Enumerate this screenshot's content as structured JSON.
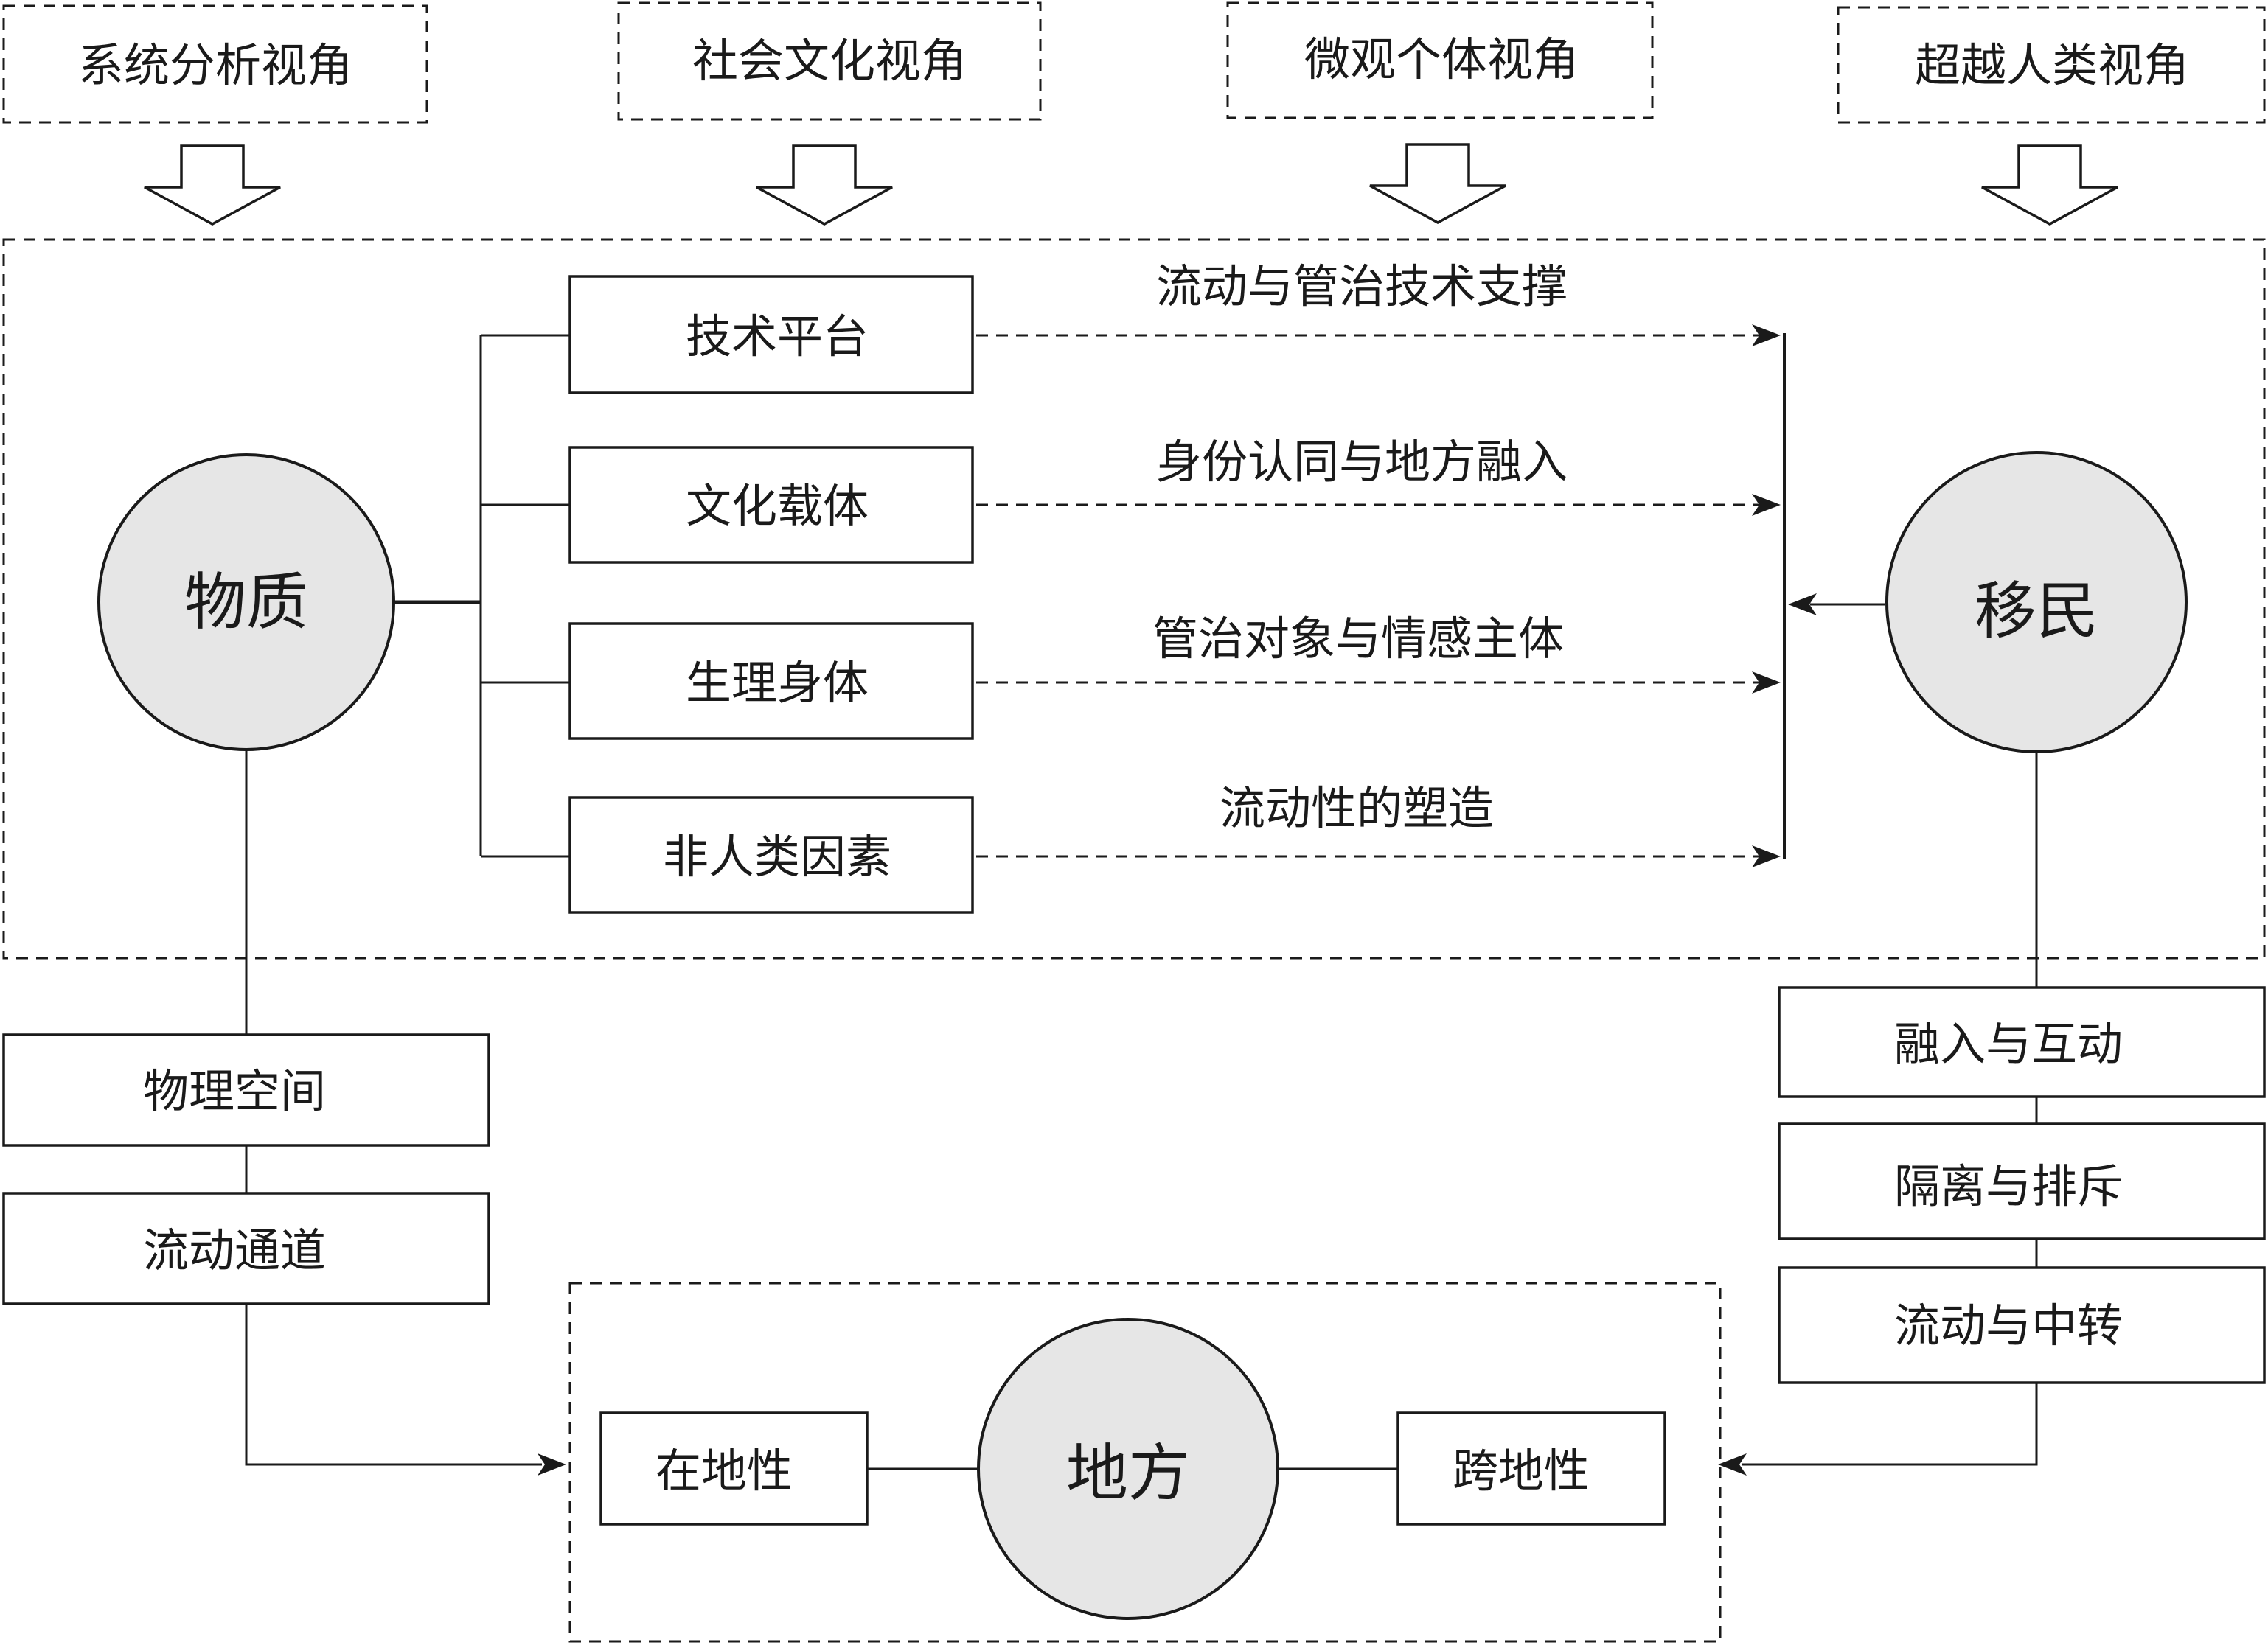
{
  "perspectives": [
    "系统分析视角",
    "社会文化视角",
    "微观个体视角",
    "超越人类视角"
  ],
  "material": {
    "label": "物质",
    "categories": [
      "技术平台",
      "文化载体",
      "生理身体",
      "非人类因素"
    ],
    "relations": [
      "流动与管治技术支撑",
      "身份认同与地方融入",
      "管治对象与情感主体",
      "流动性的塑造"
    ],
    "chain": [
      "物理空间",
      "流动通道"
    ]
  },
  "migrant": {
    "label": "移民",
    "chain": [
      "融入与互动",
      "隔离与排斥",
      "流动与中转"
    ]
  },
  "place": {
    "label": "地方",
    "left": "在地性",
    "right": "跨地性"
  },
  "colors": {
    "circle_fill": "#e6e6e6",
    "stroke": "#1a1a1a"
  }
}
